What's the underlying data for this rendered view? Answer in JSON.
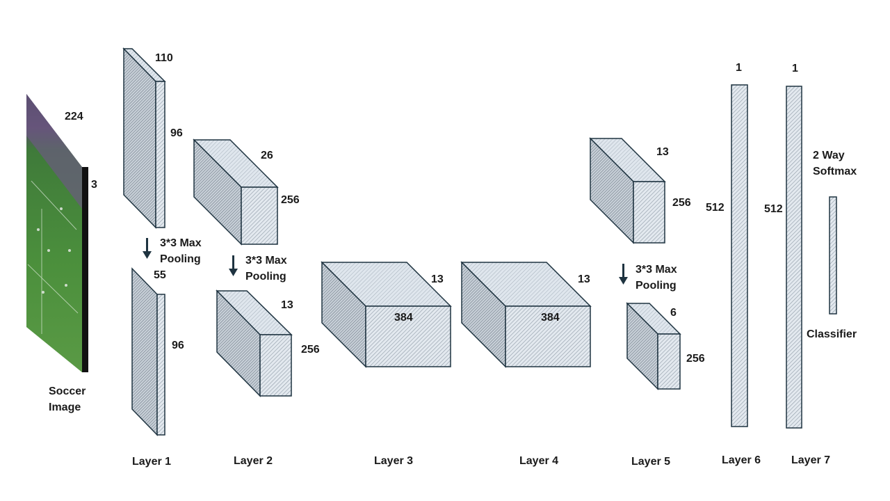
{
  "input": {
    "caption_line1": "Soccer",
    "caption_line2": "Image",
    "width_label": "224",
    "depth_label": "3"
  },
  "layers": [
    {
      "name": "Layer 1",
      "conv": {
        "top": "110",
        "side": "96"
      },
      "pool": {
        "top": "55",
        "side": "96"
      }
    },
    {
      "name": "Layer 2",
      "conv": {
        "top": "26",
        "side": "256"
      },
      "pool": {
        "top": "13",
        "side": "256"
      }
    },
    {
      "name": "Layer 3",
      "conv": {
        "top": "13",
        "front": "384"
      }
    },
    {
      "name": "Layer 4",
      "conv": {
        "top": "13",
        "front": "384"
      }
    },
    {
      "name": "Layer 5",
      "conv": {
        "top": "13",
        "side": "256"
      },
      "pool": {
        "top": "6",
        "side": "256"
      }
    },
    {
      "name": "Layer 6",
      "fc": {
        "top": "1",
        "side": "512"
      }
    },
    {
      "name": "Layer 7",
      "fc": {
        "top": "1",
        "side": "512"
      }
    }
  ],
  "pooling": {
    "line1": "3*3 Max",
    "line2": "Pooling"
  },
  "classifier": {
    "title_line1": "2 Way",
    "title_line2": "Softmax",
    "label": "Classifier"
  },
  "colors": {
    "box_face": "#d9e1ea",
    "box_side": "#c7d0da",
    "box_outline": "#1e3340",
    "arrow": "#1e3340",
    "text": "#1a1a1a"
  }
}
